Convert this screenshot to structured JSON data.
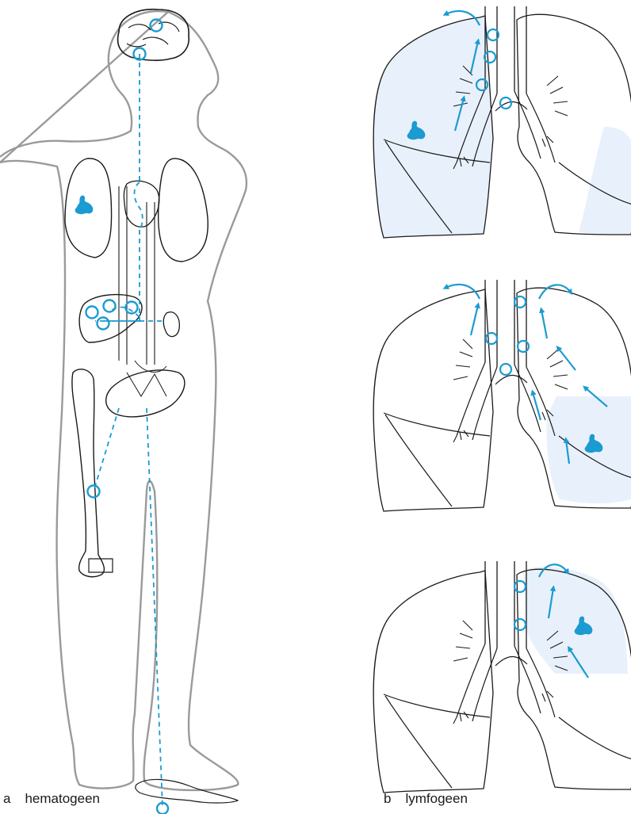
{
  "captions": {
    "a": {
      "letter": "a",
      "text": "hematogeen"
    },
    "b": {
      "letter": "b",
      "text": "lymfogeen"
    }
  },
  "colors": {
    "body_outline": "#9a9a9a",
    "lung_outline": "#1a1a1a",
    "accent": "#1b9bd1",
    "lung_fill": "#e8f1fb"
  },
  "icons": {
    "tumor": "tumor-blob-icon",
    "node": "lymph-node-circle-icon",
    "arrow": "spread-arrow-icon"
  }
}
